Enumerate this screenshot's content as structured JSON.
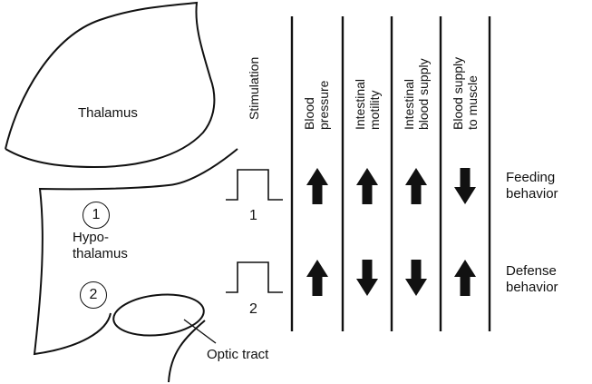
{
  "regions": {
    "thalamus": "Thalamus",
    "hypothalamus_line1": "Hypo-",
    "hypothalamus_line2": "thalamus",
    "optic_tract": "Optic tract",
    "site1": "1",
    "site2": "2"
  },
  "columns": {
    "stimulation": "Stimulation",
    "blood_pressure_1": "Blood",
    "blood_pressure_2": "pressure",
    "intestinal_motility_1": "Intestinal",
    "intestinal_motility_2": "motility",
    "intestinal_blood_1": "Intestinal",
    "intestinal_blood_2": "blood supply",
    "muscle_blood_1": "Blood supply",
    "muscle_blood_2": "to muscle"
  },
  "rows": [
    {
      "stim_label": "1",
      "behavior_line1": "Feeding",
      "behavior_line2": "behavior",
      "effects": [
        "up",
        "up",
        "up",
        "down"
      ]
    },
    {
      "stim_label": "2",
      "behavior_line1": "Defense",
      "behavior_line2": "behavior",
      "effects": [
        "up",
        "down",
        "down",
        "up"
      ]
    }
  ],
  "colors": {
    "ink": "#111111",
    "background": "#ffffff"
  }
}
